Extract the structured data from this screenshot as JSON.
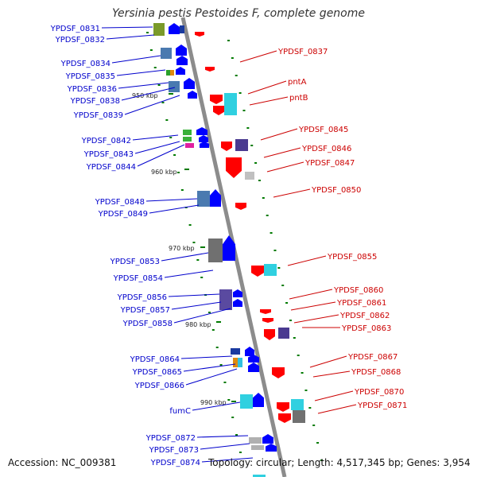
{
  "title": "Yersinia pestis Pestoides F, complete genome",
  "footer": {
    "accession": "Accession: NC_009381",
    "topology": "Topology: circular; Length: 4,517,345 bp; Genes: 3,954"
  },
  "colors": {
    "backbone": "#8c8c8c",
    "left_label": "#0000cc",
    "right_label": "#cc0000",
    "gene_forward": "#0000ff",
    "gene_reverse": "#ff0000",
    "tick": "#007a00"
  },
  "kbp_ticks": [
    "950 kbp",
    "960 kbp",
    "970 kbp",
    "980 kbp",
    "990 kbp"
  ],
  "left_genes": [
    "YPDSF_0831",
    "YPDSF_0832",
    "YPDSF_0834",
    "YPDSF_0835",
    "YPDSF_0836",
    "YPDSF_0838",
    "YPDSF_0839",
    "YPDSF_0842",
    "YPDSF_0843",
    "YPDSF_0844",
    "YPDSF_0848",
    "YPDSF_0849",
    "YPDSF_0853",
    "YPDSF_0854",
    "YPDSF_0856",
    "YPDSF_0857",
    "YPDSF_0858",
    "YPDSF_0864",
    "YPDSF_0865",
    "YPDSF_0866",
    "fumC",
    "YPDSF_0872",
    "YPDSF_0873",
    "YPDSF_0874"
  ],
  "right_genes": [
    "YPDSF_0837",
    "pntA",
    "pntB",
    "YPDSF_0845",
    "YPDSF_0846",
    "YPDSF_0847",
    "YPDSF_0850",
    "YPDSF_0855",
    "YPDSF_0860",
    "YPDSF_0861",
    "YPDSF_0862",
    "YPDSF_0863",
    "YPDSF_0867",
    "YPDSF_0868",
    "YPDSF_0870",
    "YPDSF_0871"
  ]
}
